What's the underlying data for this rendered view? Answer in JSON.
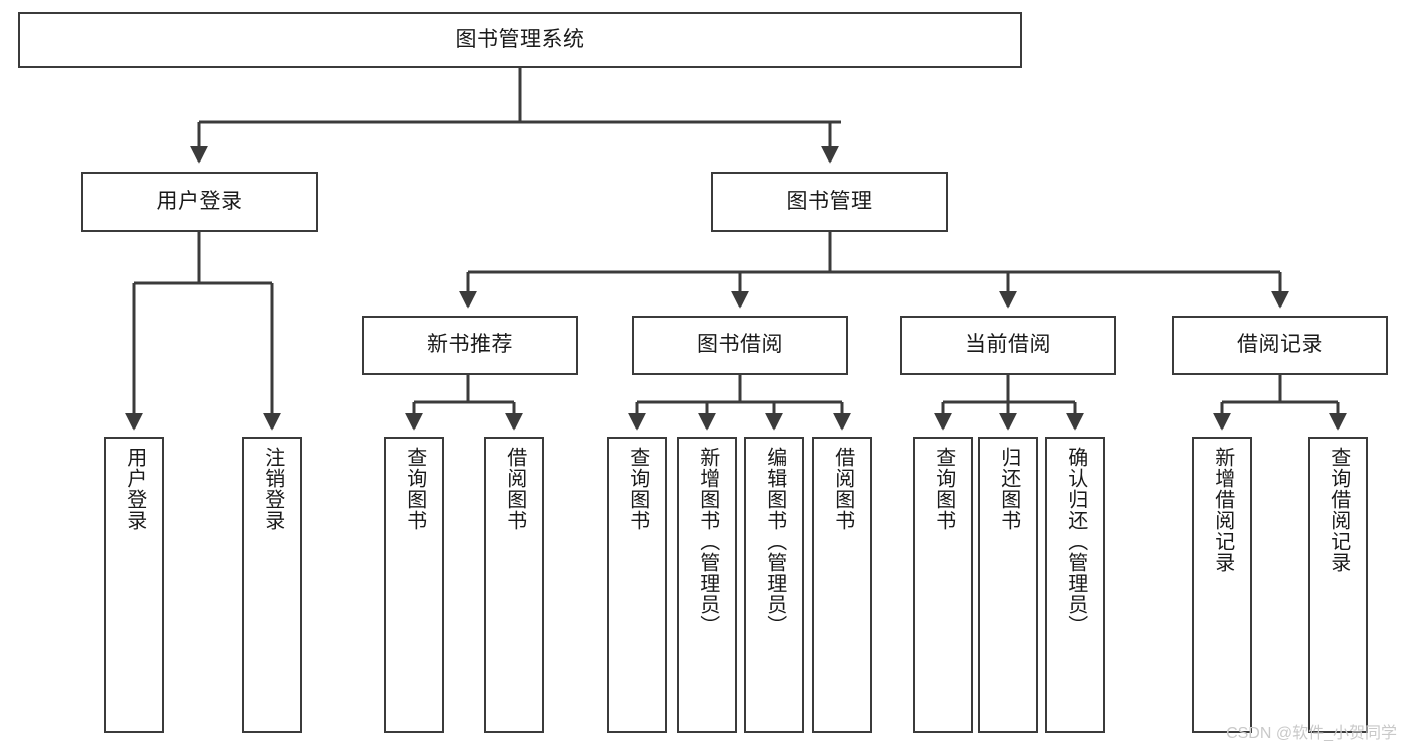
{
  "diagram": {
    "title": "图书管理系统",
    "type": "tree-hierarchy-diagram",
    "watermark": "CSDN @软件_小贺同学",
    "colors": {
      "box_border": "#3b3b3b",
      "box_fill": "#ffffff",
      "edge": "#3b3b3b",
      "text": "#1a1a1a",
      "watermark": "#c9c9c9"
    },
    "root": {
      "label": "图书管理系统"
    },
    "level2": [
      {
        "label": "用户登录"
      },
      {
        "label": "图书管理"
      }
    ],
    "level3": [
      {
        "label": "新书推荐"
      },
      {
        "label": "图书借阅"
      },
      {
        "label": "当前借阅"
      },
      {
        "label": "借阅记录"
      }
    ],
    "leaves": {
      "user_login": [
        {
          "label": "用户登录"
        },
        {
          "label": "注销登录"
        }
      ],
      "new_book_recommend": [
        {
          "label": "查询图书"
        },
        {
          "label": "借阅图书"
        }
      ],
      "book_borrow": [
        {
          "label": "查询图书"
        },
        {
          "label": "新增图书（管理员）"
        },
        {
          "label": "编辑图书（管理员）"
        },
        {
          "label": "借阅图书"
        }
      ],
      "current_borrow": [
        {
          "label": "查询图书"
        },
        {
          "label": "归还图书"
        },
        {
          "label": "确认归还（管理员）"
        }
      ],
      "borrow_record": [
        {
          "label": "新增借阅记录"
        },
        {
          "label": "查询借阅记录"
        }
      ]
    }
  }
}
